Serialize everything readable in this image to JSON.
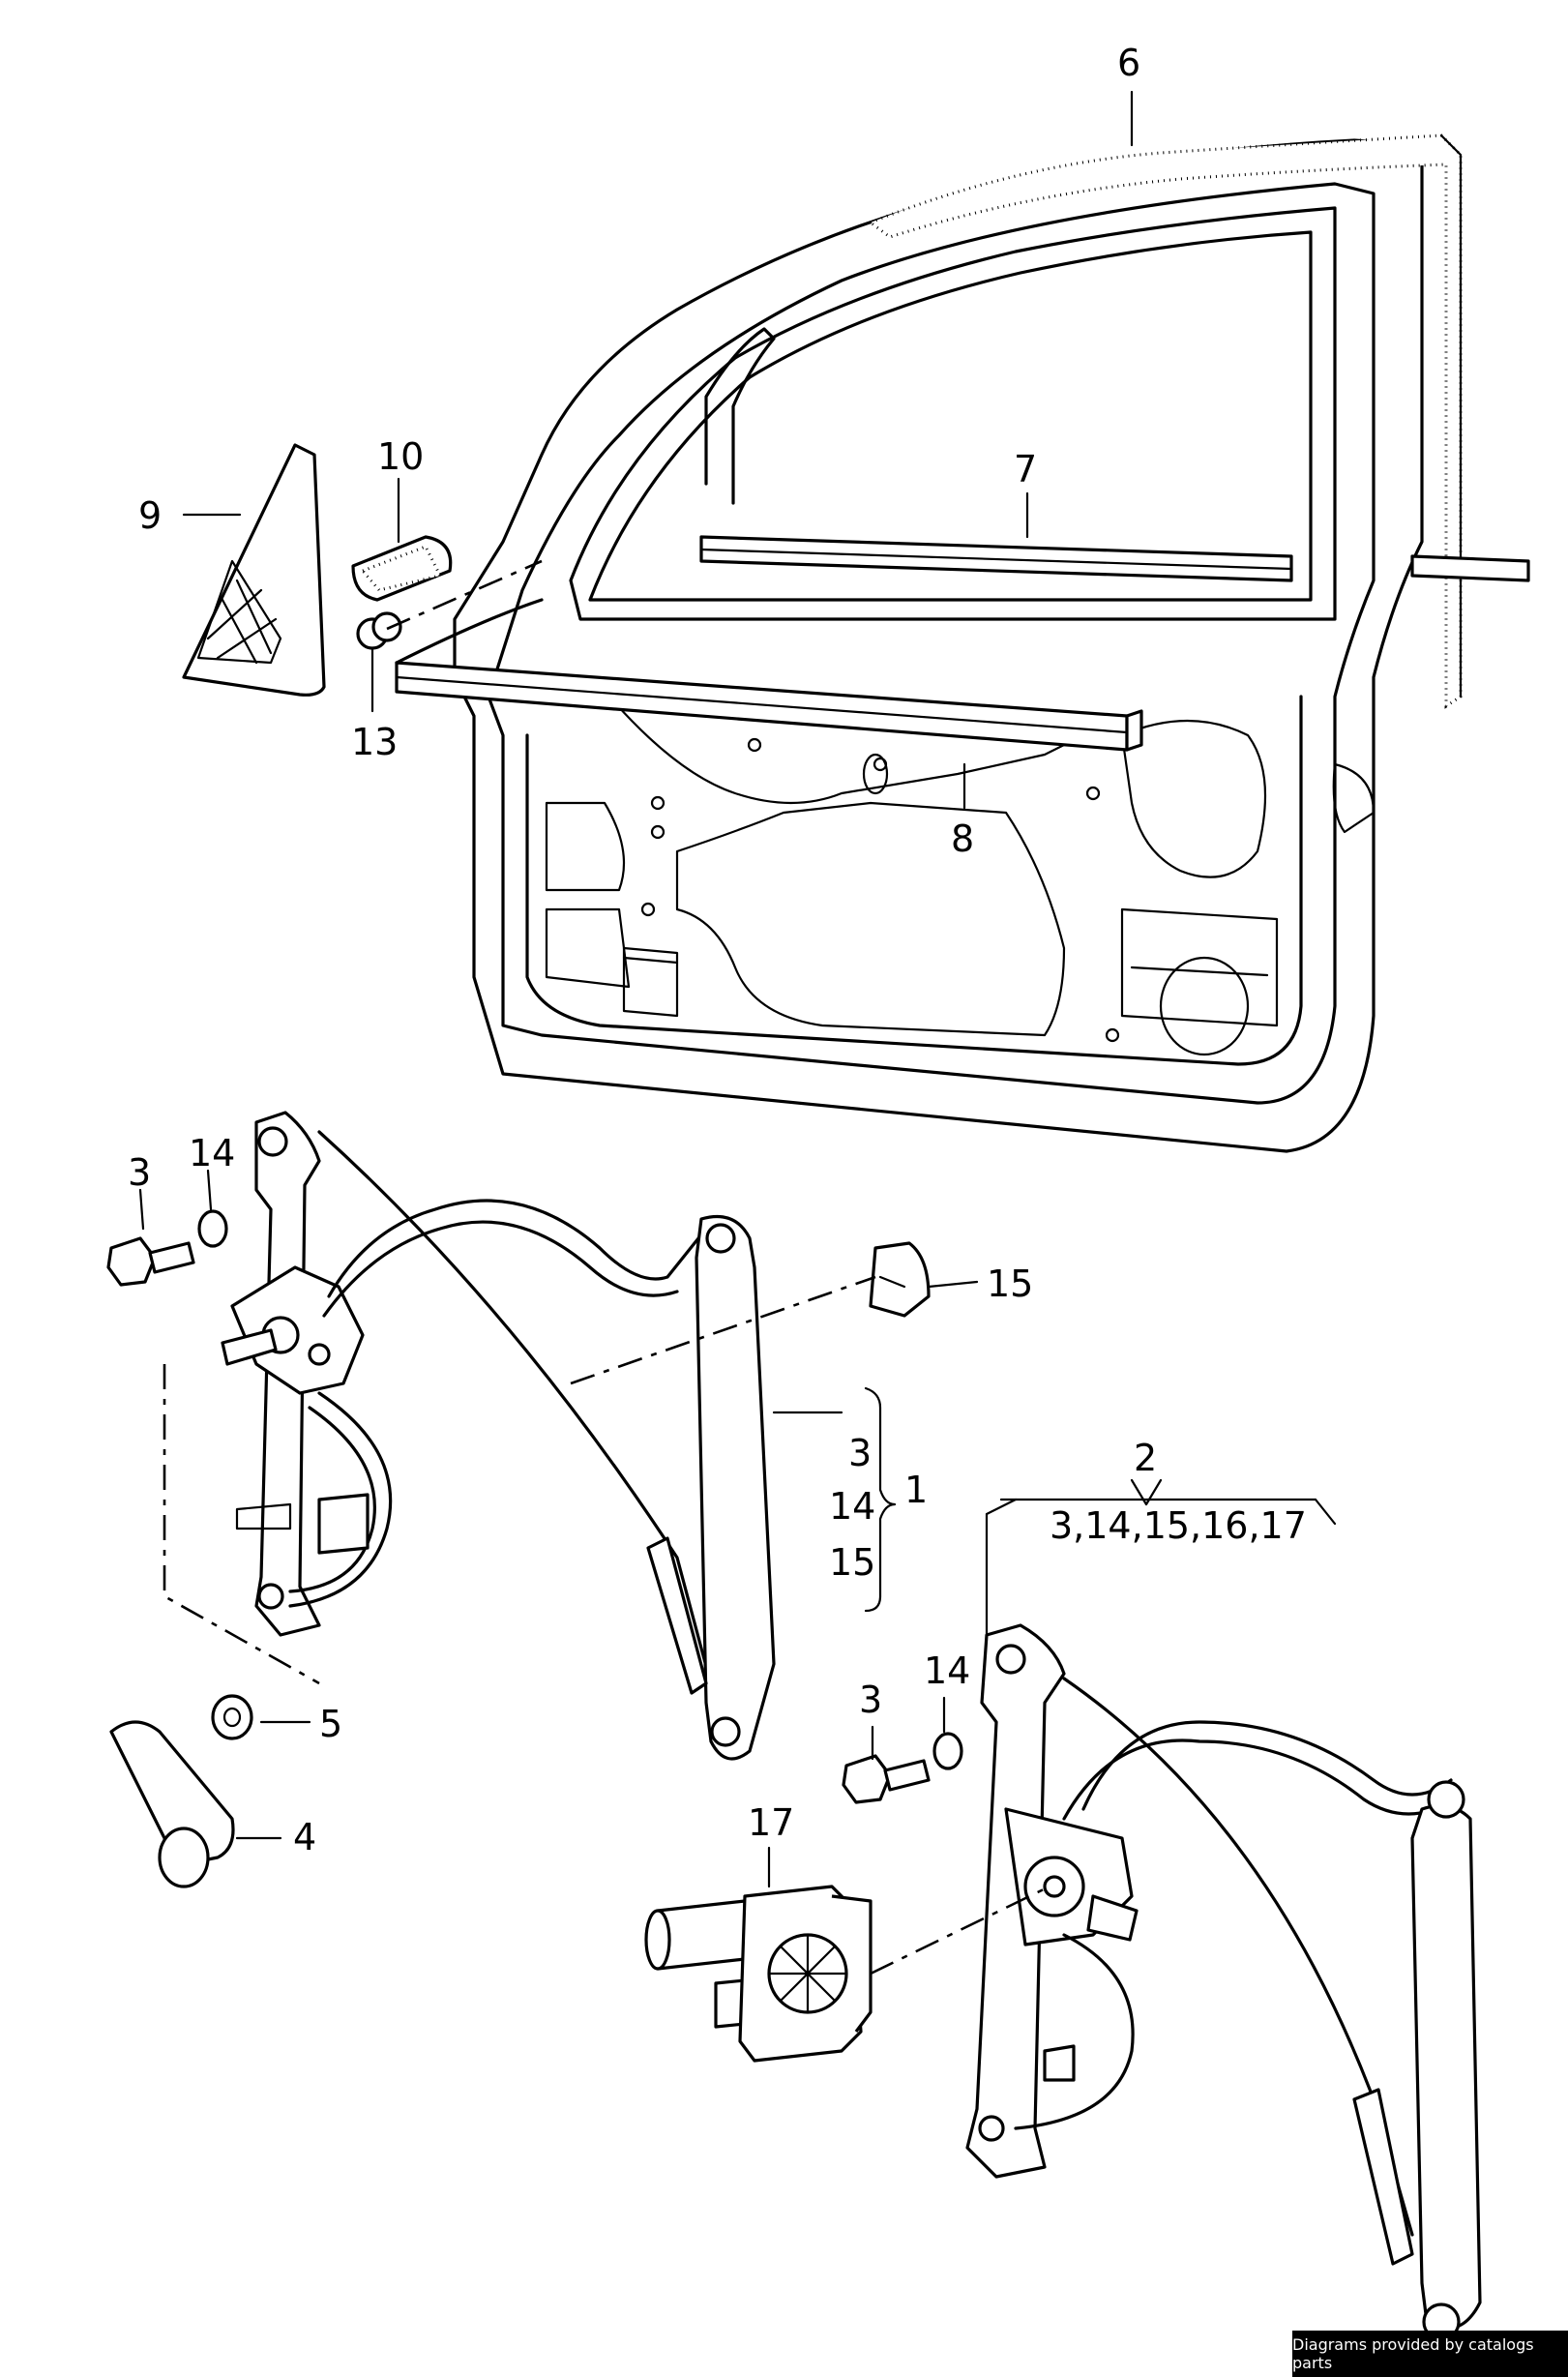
{
  "callouts": {
    "c1": "1",
    "c2": "2",
    "c3a": "3",
    "c3b": "3",
    "c3c": "3",
    "c4": "4",
    "c5": "5",
    "c6": "6",
    "c7": "7",
    "c8": "8",
    "c9": "9",
    "c10": "10",
    "c13": "13",
    "c14a": "14",
    "c14b": "14",
    "c14c": "14",
    "c15a": "15",
    "c15b": "15",
    "c17": "17",
    "c2_contents": "3,14,15,16,17"
  },
  "footer": {
    "credit": "Diagrams provided by catalogs parts"
  }
}
